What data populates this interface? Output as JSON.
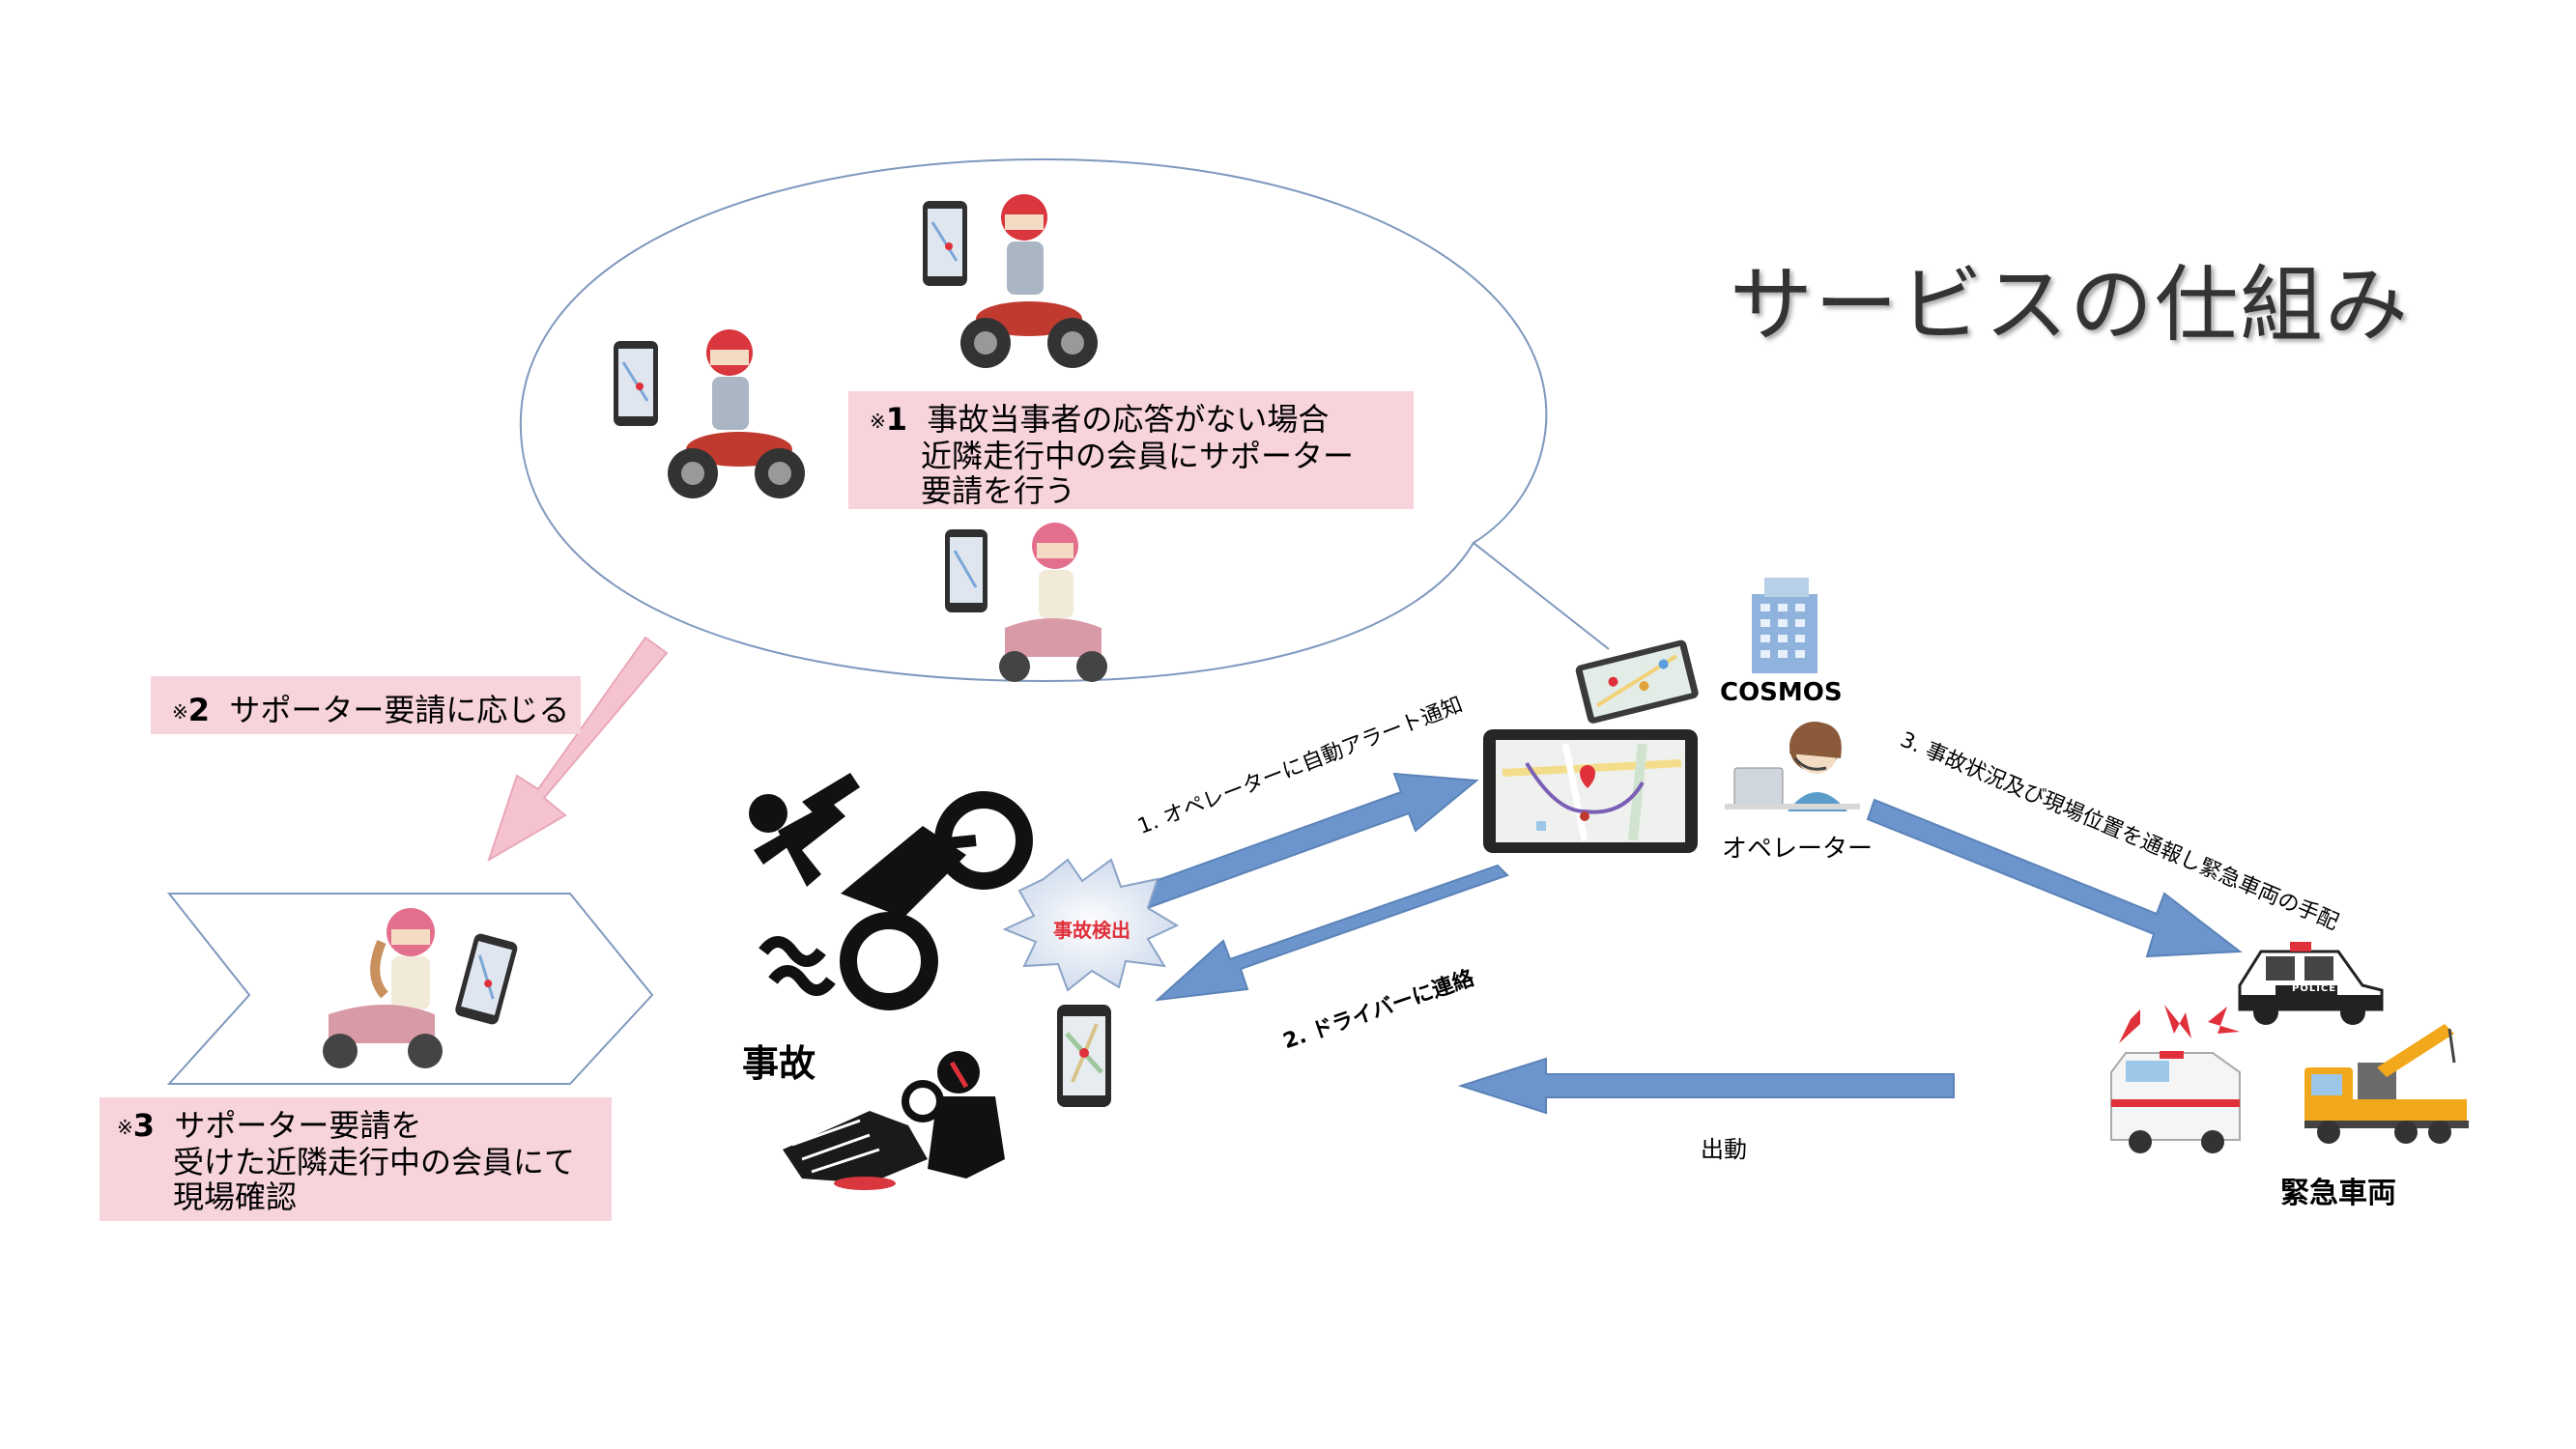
{
  "title": "サービスの仕組み",
  "notes": {
    "n1": {
      "mark": "※",
      "num": "1",
      "lines": [
        "事故当事者の応答がない場合",
        "近隣走行中の会員にサポーター",
        "要請を行う"
      ]
    },
    "n2": {
      "mark": "※",
      "num": "2",
      "text": "サポーター要請に応じる"
    },
    "n3": {
      "mark": "※",
      "num": "3",
      "lines": [
        "サポーター要請を",
        "受けた近隣走行中の会員にて",
        "現場確認"
      ]
    }
  },
  "labels": {
    "cosmos": "COSMOS",
    "operator": "オペレーター",
    "accident": "事故",
    "accident_detect": "事故検出",
    "emergency_vehicles": "緊急車両",
    "dispatch": "出動",
    "police_text": "POLICE"
  },
  "flows": {
    "step1": "1. オペレーターに自動アラート通知",
    "step2": "2. ドライバーに連絡",
    "step3": "3. 事故状況及び現場位置を通報し緊急車両の手配"
  },
  "colors": {
    "arrow_blue": "#6b95cc",
    "arrow_pink": "#f5c3cf",
    "note_bg": "#f7d3dc",
    "bubble_stroke": "#7f98be",
    "helmet_red": "#d9363e",
    "detect_red": "#e0303a"
  }
}
